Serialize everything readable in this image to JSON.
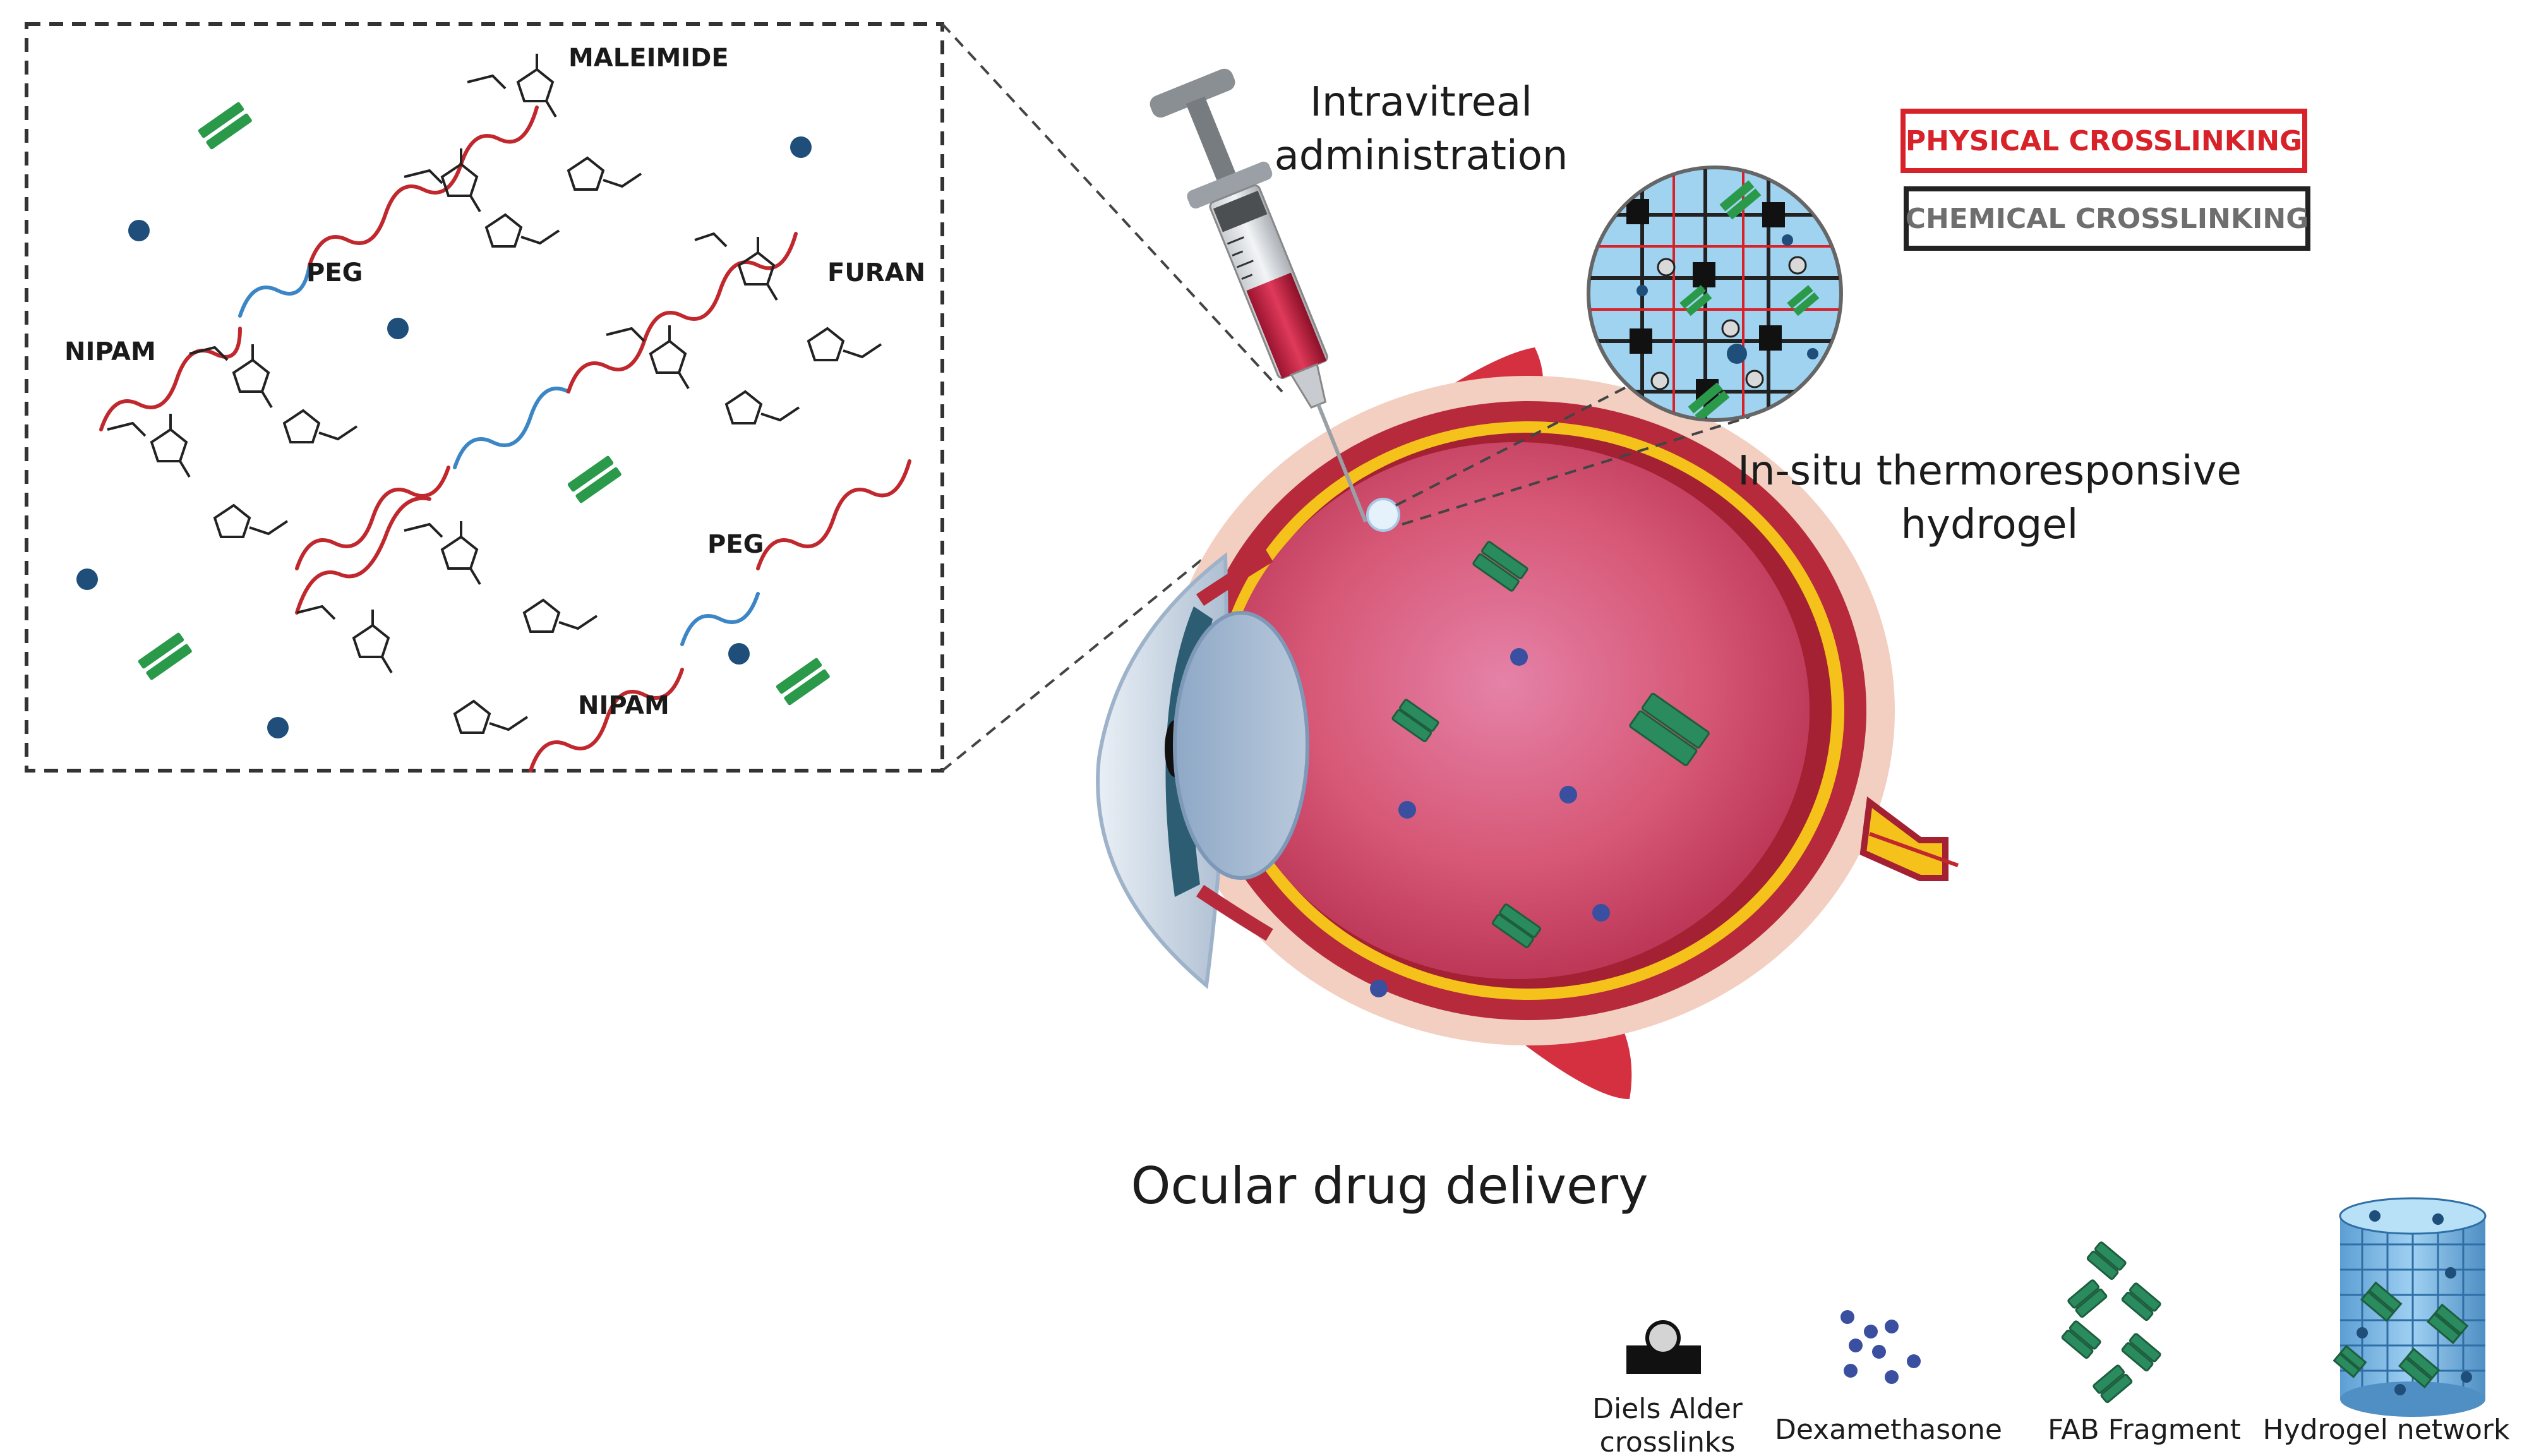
{
  "inset": {
    "labels": {
      "maleimide": "MALEIMIDE",
      "furan": "FURAN",
      "nipam_left": "NIPAM",
      "nipam_bottom": "NIPAM",
      "peg_top": "PEG",
      "peg_bottom": "PEG"
    }
  },
  "captions": {
    "intravitreal_line1": "Intravitreal",
    "intravitreal_line2": "administration",
    "insitu_line1": "In-situ thermoresponsive",
    "insitu_line2": "hydrogel",
    "ocular": "Ocular drug delivery"
  },
  "badges": {
    "physical": "PHYSICAL CROSSLINKING",
    "chemical": "CHEMICAL CROSSLINKING"
  },
  "legend": {
    "diels_line1": "Diels Alder",
    "diels_line2": "crosslinks",
    "dexamethasone": "Dexamethasone",
    "fab": "FAB Fragment",
    "hydrogel": "Hydrogel network"
  },
  "colors": {
    "physical": "#d8222a",
    "chemical": "#222222",
    "chain_red": "#c0282d",
    "chain_blue": "#3d86c6",
    "fab_green": "#2a9a4a",
    "dex_blue": "#1f4e7a",
    "vitreous": "#d9506a",
    "retina": "#f4c21a"
  }
}
